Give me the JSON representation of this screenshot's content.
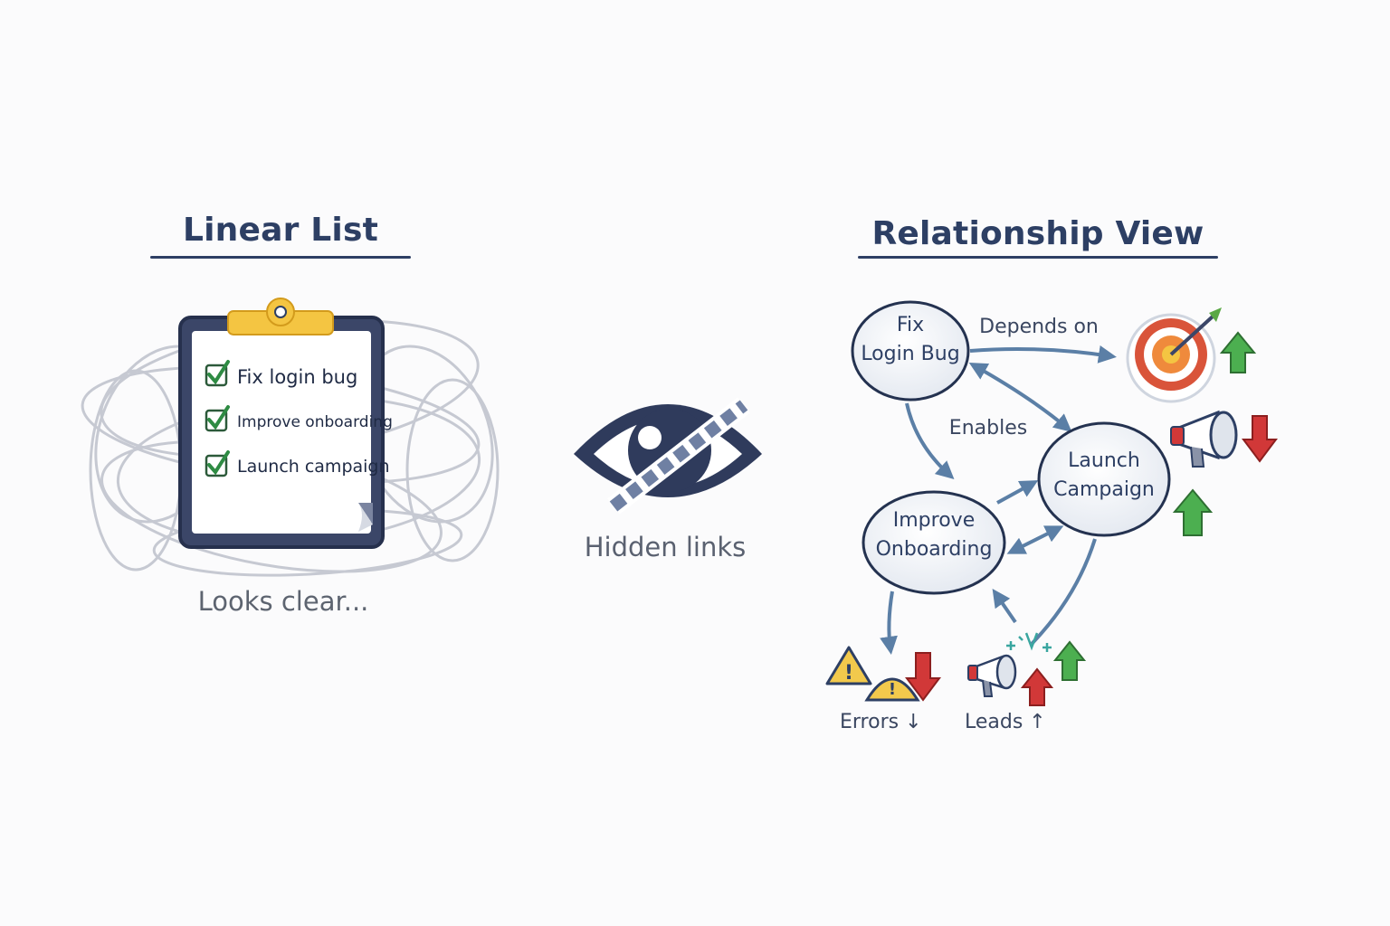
{
  "left_panel": {
    "title": "Linear List",
    "items": [
      "Fix login bug",
      "Improve onboarding",
      "Launch campaign"
    ],
    "caption": "Looks clear..."
  },
  "middle": {
    "caption": "Hidden links"
  },
  "right_panel": {
    "title": "Relationship View",
    "nodes": {
      "fix_login_bug": [
        "Fix",
        "Login Bug"
      ],
      "launch_campaign": [
        "Launch",
        "Campaign"
      ],
      "improve_onboarding": [
        "Improve",
        "Onboarding"
      ]
    },
    "edge_labels": {
      "depends_on": "Depends on",
      "enables": "Enables"
    },
    "outcomes": {
      "errors": "Errors ↓",
      "leads": "Leads ↑"
    }
  },
  "colors": {
    "navy": "#2d3f64",
    "arrow": "#5b7fa6",
    "up_arrow": "#4caf50",
    "down_arrow": "#d13838",
    "warning": "#f2c94c",
    "clip": "#f4c542"
  },
  "icons": [
    "clipboard-icon",
    "checkbox-icon",
    "hidden-eye-icon",
    "target-icon",
    "megaphone-icon",
    "warning-icon",
    "up-arrow-icon",
    "down-arrow-icon",
    "sparkle-icon"
  ]
}
